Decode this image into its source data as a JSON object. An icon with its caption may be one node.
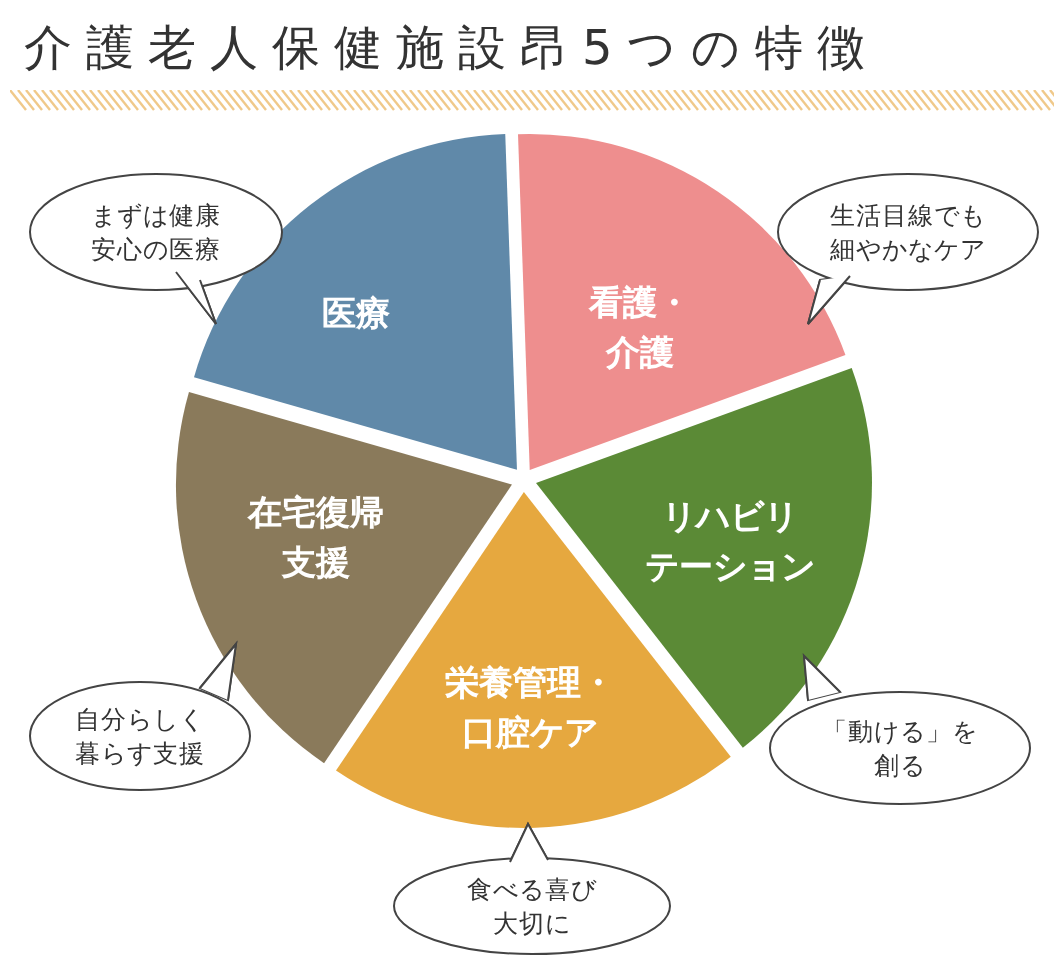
{
  "diagram": {
    "title": "介護老人保健施設昂5つの特徴",
    "nodes": [
      {
        "text": [
          "医療"
        ]
      },
      {
        "text": [
          "看護・介護"
        ]
      },
      {
        "text": [
          "リハビリテーション"
        ]
      },
      {
        "text": [
          "栄養管理・口腔ケア"
        ]
      },
      {
        "text": [
          "在宅復帰支援"
        ]
      },
      {
        "text": [
          "まずは健康安心の医療"
        ]
      },
      {
        "text": [
          "生活目線でも細やかなケア"
        ]
      },
      {
        "text": [
          "「動ける」を創る"
        ]
      },
      {
        "text": [
          "食べる喜び大切に"
        ]
      },
      {
        "text": [
          "自分らしく暮らす支援"
        ]
      }
    ],
    "edges": []
  }
}
